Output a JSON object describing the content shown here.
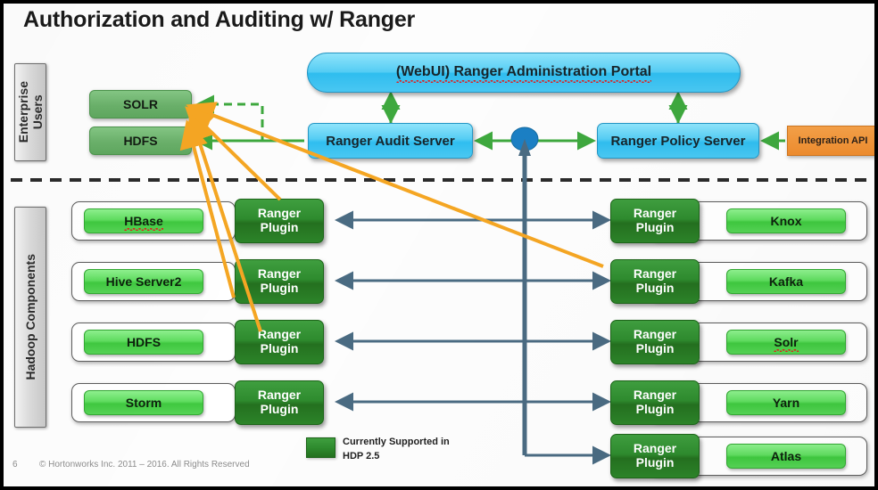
{
  "slide": {
    "title": "Authorization and Auditing w/ Ranger",
    "page_number": "6",
    "copyright": "© Hortonworks Inc. 2011 – 2016. All Rights Reserved"
  },
  "bands": {
    "enterprise": {
      "label": "Enterprise\nUsers"
    },
    "hadoop": {
      "label": "Hadoop Components"
    }
  },
  "enterprise_sources": [
    {
      "label": "SOLR",
      "name": "solr"
    },
    {
      "label": "HDFS",
      "name": "hdfs"
    }
  ],
  "servers": {
    "portal": "(WebUI) Ranger Administration Portal",
    "audit": "Ranger Audit Server",
    "policy": "Ranger Policy Server",
    "integration_api": "Integration API"
  },
  "plugin_label_line1": "Ranger",
  "plugin_label_line2": "Plugin",
  "components_left": [
    {
      "label": "HBase",
      "misspelled": true
    },
    {
      "label": "Hive Server2",
      "misspelled": false
    },
    {
      "label": "HDFS",
      "misspelled": false
    },
    {
      "label": "Storm",
      "misspelled": false
    }
  ],
  "components_right": [
    {
      "label": "Knox",
      "misspelled": false
    },
    {
      "label": "Kafka",
      "misspelled": false
    },
    {
      "label": "Solr",
      "misspelled": true
    },
    {
      "label": "Yarn",
      "misspelled": false
    },
    {
      "label": "Atlas",
      "misspelled": false
    }
  ],
  "legend": {
    "text": "Currently Supported in\nHDP 2.5"
  },
  "colors": {
    "portal_blue": "#2fbdef",
    "server_blue": "#2fbdef",
    "plugin_dark_green": "#2e8b2e",
    "component_bright_green": "#3fc83f",
    "enterprise_green": "#6ab06a",
    "integration_orange": "#ee8c2e",
    "audit_flow_orange": "#f5a623",
    "policy_flow_green": "#3ea83e",
    "plugin_flow_steel": "#4a6b82",
    "junction_blue": "#1b7fc4"
  }
}
